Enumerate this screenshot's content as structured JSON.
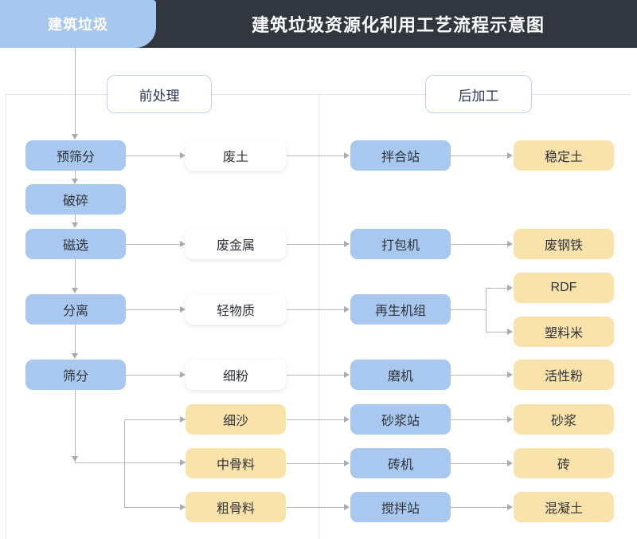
{
  "header": {
    "title": "建筑垃圾资源化利用工艺流程示意图",
    "source_tab_label": "建筑垃圾",
    "bar_color": "#31363f",
    "tab_color": "#a7c7ee"
  },
  "stages": [
    {
      "id": "pre",
      "label": "前处理"
    },
    {
      "id": "post",
      "label": "后加工"
    }
  ],
  "palette": {
    "blue": "#a8c8f0",
    "white": "#ffffff",
    "yellow": "#fae3ab",
    "line": "#b3b6bb",
    "divider": "#e6e6f0",
    "text": "#2f3338"
  },
  "columns": [
    {
      "id": "process",
      "kind": "blue"
    },
    {
      "id": "intermediate",
      "kind": "white-or-yellow"
    },
    {
      "id": "equipment",
      "kind": "blue"
    },
    {
      "id": "product",
      "kind": "yellow"
    }
  ],
  "nodes": {
    "c1": [
      {
        "id": "n-presieve",
        "label": "预筛分"
      },
      {
        "id": "n-crush",
        "label": "破碎"
      },
      {
        "id": "n-magnetic",
        "label": "磁选"
      },
      {
        "id": "n-separate",
        "label": "分离"
      },
      {
        "id": "n-sieve",
        "label": "筛分"
      }
    ],
    "c2": [
      {
        "id": "n-wastesoil",
        "label": "废土",
        "kind": "white"
      },
      {
        "id": "n-wastemetal",
        "label": "废金属",
        "kind": "white"
      },
      {
        "id": "n-lightmat",
        "label": "轻物质",
        "kind": "white"
      },
      {
        "id": "n-finepowder",
        "label": "细粉",
        "kind": "white"
      },
      {
        "id": "n-finesand",
        "label": "细沙",
        "kind": "yellow"
      },
      {
        "id": "n-midagg",
        "label": "中骨料",
        "kind": "yellow"
      },
      {
        "id": "n-coarseagg",
        "label": "粗骨料",
        "kind": "yellow"
      }
    ],
    "c3": [
      {
        "id": "n-mixstation",
        "label": "拌合站"
      },
      {
        "id": "n-baler",
        "label": "打包机"
      },
      {
        "id": "n-regenunit",
        "label": "再生机组"
      },
      {
        "id": "n-mill",
        "label": "磨机"
      },
      {
        "id": "n-mortarplant",
        "label": "砂浆站"
      },
      {
        "id": "n-brickmach",
        "label": "砖机"
      },
      {
        "id": "n-batchplant",
        "label": "搅拌站"
      }
    ],
    "c4": [
      {
        "id": "n-stablesoil",
        "label": "稳定土"
      },
      {
        "id": "n-scrapsteel",
        "label": "废钢铁"
      },
      {
        "id": "n-rdf",
        "label": "RDF"
      },
      {
        "id": "n-plasticpel",
        "label": "塑料米"
      },
      {
        "id": "n-activepow",
        "label": "活性粉"
      },
      {
        "id": "n-mortar",
        "label": "砂浆"
      },
      {
        "id": "n-brick",
        "label": "砖"
      },
      {
        "id": "n-concrete",
        "label": "混凝土"
      }
    ]
  }
}
